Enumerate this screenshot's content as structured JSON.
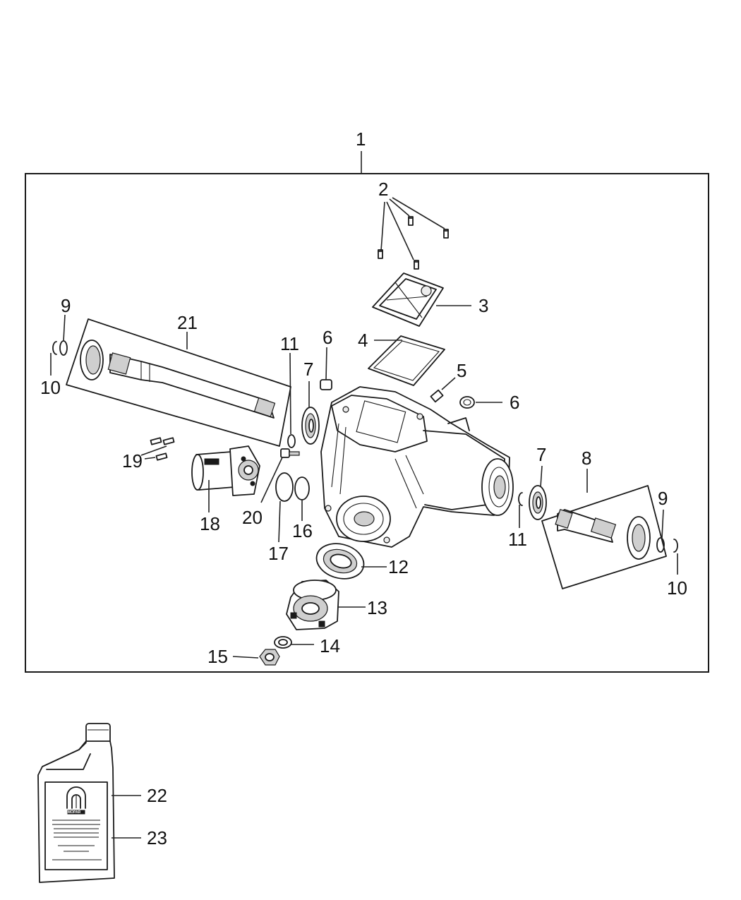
{
  "diagram": {
    "callouts": {
      "c1": "1",
      "c2": "2",
      "c3": "3",
      "c4": "4",
      "c5": "5",
      "c6a": "6",
      "c6b": "6",
      "c7a": "7",
      "c7b": "7",
      "c8": "8",
      "c9a": "9",
      "c9b": "9",
      "c10a": "10",
      "c10b": "10",
      "c11a": "11",
      "c11b": "11",
      "c12": "12",
      "c13": "13",
      "c14": "14",
      "c15": "15",
      "c16": "16",
      "c17": "17",
      "c18": "18",
      "c19": "19",
      "c20": "20",
      "c21": "21",
      "c22": "22",
      "c23": "23"
    },
    "bottle_label": {
      "brand": "MOPAR"
    }
  }
}
